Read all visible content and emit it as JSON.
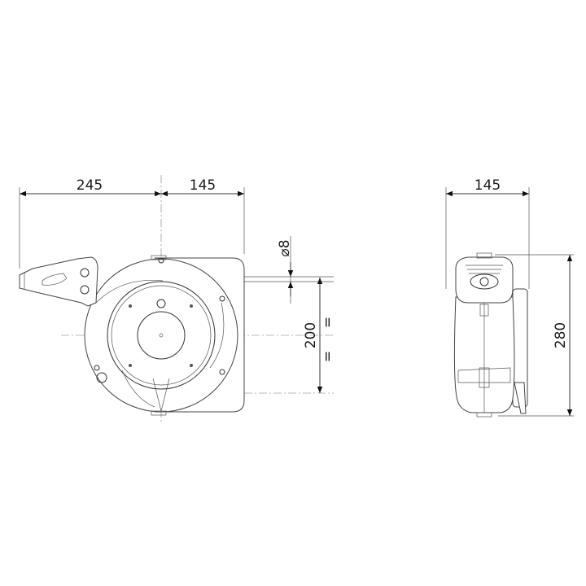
{
  "front_view": {
    "dim_left": "245",
    "dim_right": "145",
    "dim_hole": "⌀8",
    "dim_hole_spacing": "200",
    "equal_mark_top": "=",
    "equal_mark_bottom": "="
  },
  "side_view": {
    "dim_width": "145",
    "dim_height": "280"
  }
}
